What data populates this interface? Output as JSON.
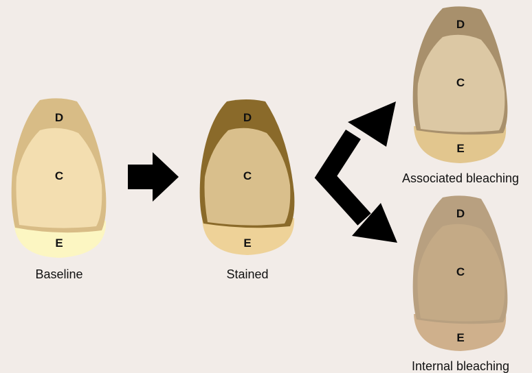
{
  "colors": {
    "background": "#f2ece8",
    "arrow": "#000000",
    "baseline_dentin": "#d8bc86",
    "baseline_core": "#f3deb0",
    "baseline_enamel": "#fcf6c2",
    "stained_dentin": "#8a6a2a",
    "stained_core": "#d9bf8c",
    "stained_enamel": "#eed298",
    "associated_dentin": "#a8906c",
    "associated_core": "#dcc8a4",
    "associated_enamel": "#e2c68e",
    "internal_dentin": "#b8a080",
    "internal_core": "#c4aa86",
    "internal_enamel": "#cfb08c"
  },
  "teeth": [
    {
      "id": "baseline",
      "dentin_label": "D",
      "core_label": "C",
      "enamel_label": "E",
      "caption": "Baseline"
    },
    {
      "id": "stained",
      "dentin_label": "D",
      "core_label": "C",
      "enamel_label": "E",
      "caption": "Stained"
    },
    {
      "id": "associated",
      "dentin_label": "D",
      "core_label": "C",
      "enamel_label": "E",
      "caption": "Associated bleaching"
    },
    {
      "id": "internal",
      "dentin_label": "D",
      "core_label": "C",
      "enamel_label": "E",
      "caption": "Internal bleaching"
    }
  ]
}
